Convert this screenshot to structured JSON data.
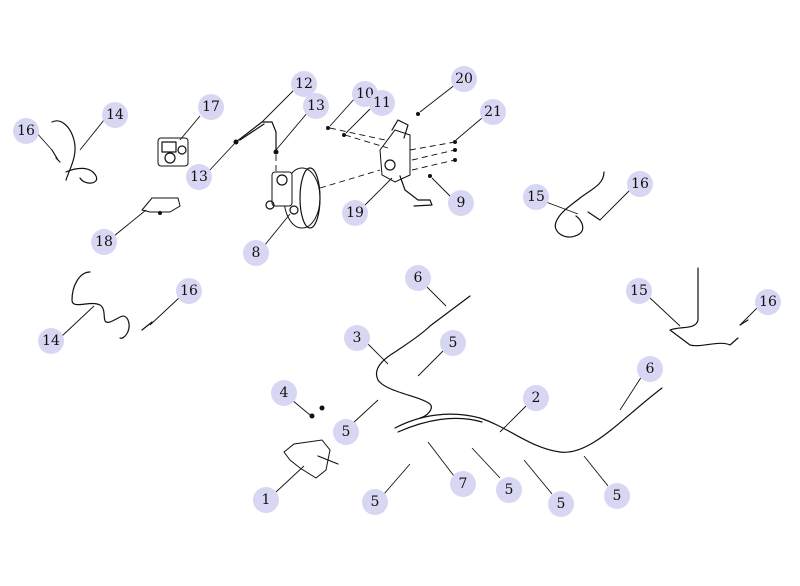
{
  "callouts": [
    {
      "id": "c16a",
      "label": "16"
    },
    {
      "id": "c14a",
      "label": "14"
    },
    {
      "id": "c17",
      "label": "17"
    },
    {
      "id": "c18",
      "label": "18"
    },
    {
      "id": "c12",
      "label": "12"
    },
    {
      "id": "c13a",
      "label": "13"
    },
    {
      "id": "c13b",
      "label": "13"
    },
    {
      "id": "c8",
      "label": "8"
    },
    {
      "id": "c10",
      "label": "10"
    },
    {
      "id": "c11",
      "label": "11"
    },
    {
      "id": "c20",
      "label": "20"
    },
    {
      "id": "c21",
      "label": "21"
    },
    {
      "id": "c19",
      "label": "19"
    },
    {
      "id": "c9",
      "label": "9"
    },
    {
      "id": "c15a",
      "label": "15"
    },
    {
      "id": "c16b",
      "label": "16"
    },
    {
      "id": "c14b",
      "label": "14"
    },
    {
      "id": "c16c",
      "label": "16"
    },
    {
      "id": "c15b",
      "label": "15"
    },
    {
      "id": "c16d",
      "label": "16"
    },
    {
      "id": "c6a",
      "label": "6"
    },
    {
      "id": "c3",
      "label": "3"
    },
    {
      "id": "c5a",
      "label": "5"
    },
    {
      "id": "c5b",
      "label": "5"
    },
    {
      "id": "c4",
      "label": "4"
    },
    {
      "id": "c2",
      "label": "2"
    },
    {
      "id": "c6b",
      "label": "6"
    },
    {
      "id": "c1",
      "label": "1"
    },
    {
      "id": "c5c",
      "label": "5"
    },
    {
      "id": "c7",
      "label": "7"
    },
    {
      "id": "c5d",
      "label": "5"
    },
    {
      "id": "c5e",
      "label": "5"
    },
    {
      "id": "c5f",
      "label": "5"
    }
  ],
  "colors": {
    "badge": "#d7d7f3",
    "ink": "#111111"
  }
}
